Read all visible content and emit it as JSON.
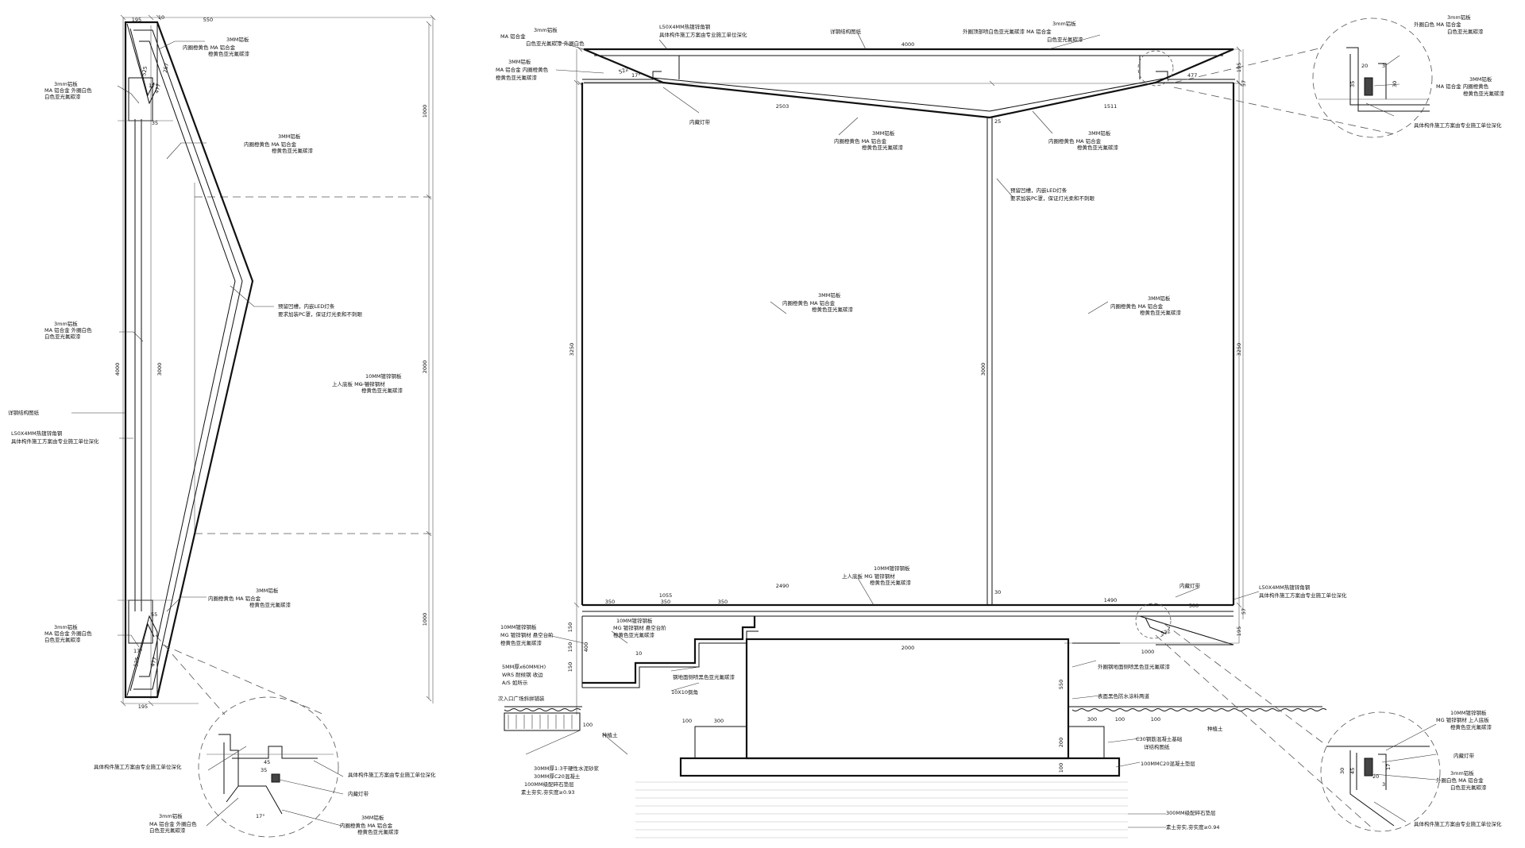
{
  "labels": {
    "pl_top_detail": [
      "3mm铝板",
      "MA    铝合金  外圈白色",
      "白色亚光氟碳漆"
    ],
    "pl_inner_top": [
      "3MM铝板",
      "内圈橙黄色  MA    铝合金",
      "橙黄色亚光氟碳漆"
    ],
    "pl_inner_mid": [
      "3MM铝板",
      "内圈橙黄色  MA    铝合金",
      "橙黄色亚光氟碳漆"
    ],
    "pl_led": [
      "预留凹槽，内嵌LED灯条",
      "要求加装PC罩，保证灯光柔和不刺眼"
    ],
    "pl_outer_mid": [
      "3mm铝板",
      "MA    铝合金  外圈白色",
      "白色亚光氟碳漆"
    ],
    "pl_floor": [
      "10MM镀锌钢板",
      "上人底板    MG    镀锌钢材",
      "橙黄色亚光氟碳漆"
    ],
    "pl_struct": "详钢结构图纸",
    "pl_angle": [
      "L50X4MM热镀锌角钢",
      "具体构件施工方案由专业施工单位深化"
    ],
    "pl_inner_bot": [
      "3MM铝板",
      "内圈橙黄色  MA    铝合金",
      "橙黄色亚光氟碳漆"
    ],
    "pl_outer_bot": [
      "3mm铝板",
      "MA    铝合金  外圈白色",
      "白色亚光氟碳漆"
    ],
    "pl_deepen_l": "具体构件施工方案由专业施工单位深化",
    "pl_deepen_r": "具体构件施工方案由专业施工单位深化",
    "pl_hidden_light": "内藏灯带",
    "pl_outer_det": [
      "3mm铝板",
      "MA    铝合金  外圈白色",
      "白色亚光氟碳漆"
    ],
    "pl_inner_det": [
      "3MM铝板",
      "内圈橙黄色  MA    铝合金",
      "橙黄色亚光氟碳漆"
    ],
    "el_tl_outer": [
      "3mm铝板",
      "MA    铝合金",
      "白色亚光氟碳漆  外圈白色"
    ],
    "el_tl_inner": [
      "3MM铝板",
      "MA    铝合金  内圈橙黄色",
      "橙黄色亚光氟碳漆"
    ],
    "el_angle": [
      "L50X4MM热镀锌角钢",
      "具体构件施工方案由专业施工单位深化"
    ],
    "el_struct": "详钢结构图纸",
    "el_tr_outer": [
      "3mm铝板",
      "外圈顶部喷白色亚光氟碳漆  MA    铝合金",
      "白色亚光氟碳漆"
    ],
    "el_hidden_light": "内藏灯带",
    "el_inner_l": [
      "3MM铝板",
      "内圈橙黄色  MA    铝合金",
      "橙黄色亚光氟碳漆"
    ],
    "el_inner_r": [
      "3MM铝板",
      "内圈橙黄色  MA    铝合金",
      "橙黄色亚光氟碳漆"
    ],
    "el_led": [
      "预留凹槽，内嵌LED灯条",
      "要求加装PC罩，保证灯光柔和不刺眼"
    ],
    "el_inner_mid_l": [
      "3MM铝板",
      "内圈橙黄色  MA    铝合金",
      "橙黄色亚光氟碳漆"
    ],
    "el_inner_mid_r": [
      "3MM铝板",
      "内圈橙黄色  MA    铝合金",
      "橙黄色亚光氟碳漆"
    ],
    "el_floor": [
      "10MM镀锌钢板",
      "上人底板    MG    镀锌钢材",
      "橙黄色亚光氟碳漆"
    ],
    "el_hidden_light2": "内藏灯带",
    "el_angle2": [
      "L50X4MM热镀锌角钢",
      "具体构件施工方案由专业施工单位深化"
    ],
    "el_step_left": [
      "10MM镀锌钢板",
      "MG    镀锌钢材  悬空台阶",
      "橙黄色亚光氟碳漆"
    ],
    "el_step_inner": [
      "10MM镀锌钢板",
      "MG    镀锌钢材  悬空台阶",
      "橙黄色亚光氟碳漆"
    ],
    "el_wrs": [
      "5MM厚x60MM(H)",
      "WRS      耐候钢 收边",
      "A/S      如所示"
    ],
    "el_paint_black": "钢地面侧喷黑色亚光氟碳漆",
    "el_angle_10": "10X10倒角",
    "el_outer_floor": "外圈钢地面侧喷黑色亚光氟碳漆",
    "el_paving": "次入口广场斜拼铺装",
    "el_waterproof": "表面黑色防水涂料两道",
    "el_soil_l": "种植土",
    "el_soil_r": "种植土",
    "el_concrete": [
      "C30钢筋混凝土基础",
      "详结构图纸"
    ],
    "el_mortar": [
      "30MM厚1:3干硬性水泥砂浆",
      "30MM厚C20混凝土",
      "100MM级配碎石垫层",
      "素土夯实,夯实度≥0.93"
    ],
    "el_c20": "100MMC20混凝土垫层",
    "el_gravel": "300MM级配碎石垫层",
    "el_compact": "素土夯实,夯实度≥0.94",
    "d_det_hidden": "内藏灯带",
    "d_det_outer": [
      "3mm铝板",
      "MA    铝合金",
      "外圈白色  白色亚光氟碳漆"
    ],
    "d_det_deepen": "具体构件施工方案由专业施工单位深化",
    "d_tr_outer": [
      "3mm铝板",
      "外圈白色  MA    铝合金",
      "白色亚光氟碳漆"
    ],
    "d_tr_inner": [
      "3MM铝板",
      "MA    铝合金  内圈橙黄色",
      "橙黄色亚光氟碳漆"
    ],
    "d_tr_deepen": "具体构件施工方案由专业施工单位深化",
    "d_br_steel": [
      "10MM镀锌钢板",
      "MG    镀锌钢材  上人底板",
      "橙黄色亚光氟碳漆"
    ],
    "d_br_hidden": "内藏灯带",
    "d_br_outer": [
      "3mm铝板",
      "外圈白色  MA    铝合金",
      "白色亚光氟碳漆"
    ],
    "d_br_deepen": "具体构件施工方案由专业施工单位深化"
  },
  "dims": {
    "pl_top": [
      "195",
      "10",
      "550"
    ],
    "pl_bottom": "195",
    "pl_height": "4000",
    "pl_inner": "3000",
    "pl_right": [
      "1000",
      "2000",
      "1000"
    ],
    "pl_misc": [
      "35",
      "17°",
      "477",
      "525",
      "257",
      "55",
      "45",
      "35"
    ],
    "el_top": "4000",
    "el_mid": [
      "2503",
      "1511"
    ],
    "el_left_h": "3250",
    "el_right_h": "3250",
    "el_center_h": "3000",
    "el_bottom": [
      "1055",
      "350",
      "350",
      "350",
      "2490",
      "1490",
      "500"
    ],
    "el_side": [
      "195",
      "57",
      "195",
      "57"
    ],
    "el_misc": [
      "522",
      "17°",
      "477",
      "25",
      "30",
      "522"
    ],
    "el_step": [
      "150",
      "150",
      "150",
      "400",
      "10"
    ],
    "el_found": [
      "2000",
      "1000",
      "550",
      "200",
      "100",
      "100",
      "300",
      "100",
      "300",
      "100",
      "100"
    ],
    "det_misc": [
      "20",
      "3",
      "35",
      "30",
      "45",
      "30",
      "3",
      "17",
      "20",
      "45"
    ]
  }
}
